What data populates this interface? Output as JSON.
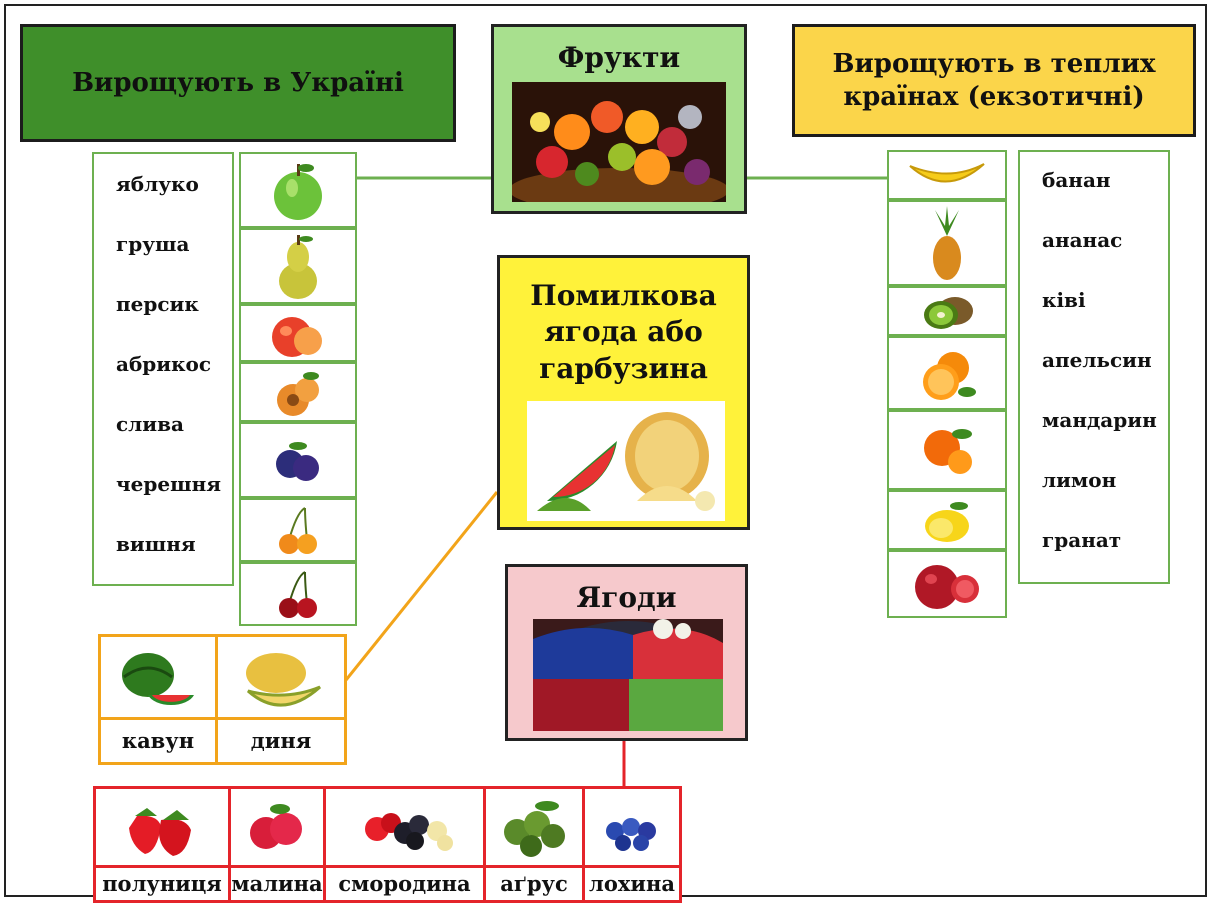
{
  "headings": {
    "ukraine": "Вирощують в Україні",
    "fruits": "Фрукти",
    "exotic": "Вирощують в теплих країнах (екзотичні)",
    "false_berry": "Помилкова ягода або гарбузина",
    "berries": "Ягоди"
  },
  "ukraine_fruits": [
    "яблуко",
    "груша",
    "персик",
    "абрикос",
    "слива",
    "черешня",
    "вишня"
  ],
  "exotic_fruits": [
    "банан",
    "ананас",
    "ківі",
    "апельсин",
    "мандарин",
    "лимон",
    "гранат"
  ],
  "false_berries": [
    "кавун",
    "диня"
  ],
  "berries": [
    "полуниця",
    "малина",
    "смородина",
    "аґрус",
    "лохина"
  ],
  "icons": {
    "ukraine": [
      "apple-icon",
      "pear-icon",
      "peach-icon",
      "apricot-icon",
      "plum-icon",
      "sweet-cherry-icon",
      "cherry-icon"
    ],
    "exotic": [
      "banana-icon",
      "pineapple-icon",
      "kiwi-icon",
      "orange-icon",
      "mandarin-icon",
      "lemon-icon",
      "pomegranate-icon"
    ],
    "false_berries": [
      "watermelon-icon",
      "melon-icon"
    ],
    "berries": [
      "strawberry-icon",
      "raspberry-icon",
      "currant-icon",
      "gooseberry-icon",
      "blueberry-icon"
    ]
  },
  "colors": {
    "ukraine_heading": "#3f8f2a",
    "exotic_heading": "#fbd54a",
    "fruits_box": "#a8e08e",
    "false_berry_box": "#fff23a",
    "berries_box": "#f6c9cc",
    "green_line": "#6db050",
    "orange_line": "#f2a41a",
    "red_line": "#e4242a"
  }
}
